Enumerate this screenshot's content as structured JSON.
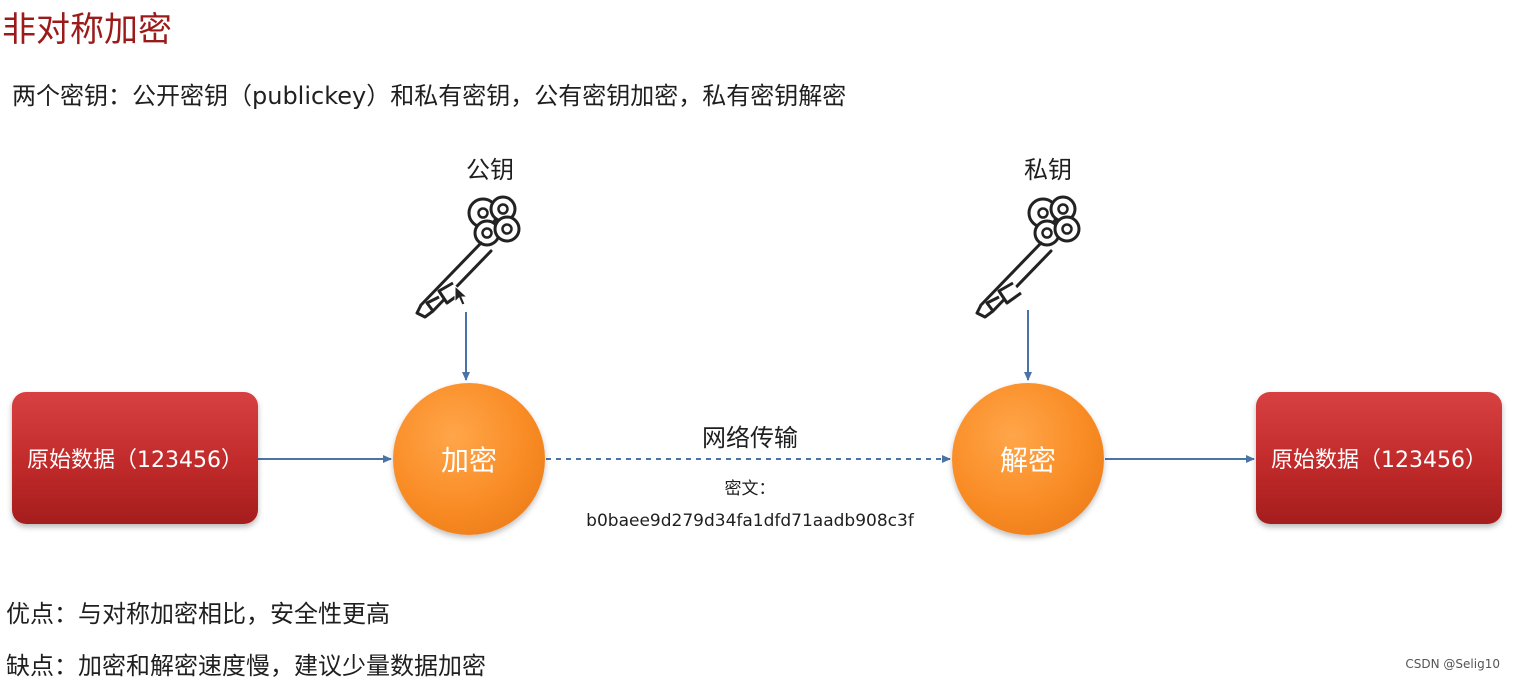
{
  "title": "非对称加密",
  "intro": "两个密钥：公开密钥（publickey）和私有密钥，公有密钥加密，私有密钥解密",
  "public_key_label": "公钥",
  "private_key_label": "私钥",
  "source_box": "原始数据（123456）",
  "encrypt_label": "加密",
  "network_label": "网络传输",
  "cipher_label": "密文：",
  "cipher_value": "b0baee9d279d34fa1dfd71aadb908c3f",
  "decrypt_label": "解密",
  "target_box": "原始数据（123456）",
  "pros": "优点：与对称加密相比，安全性更高",
  "cons": "缺点：加密和解密速度慢，建议少量数据加密",
  "watermark": "CSDN @Selig10",
  "colors": {
    "title": "#9b1b1b",
    "data_box": "#c12a2a",
    "process_circle": "#f98b24",
    "arrow": "#4a74a8"
  },
  "icons": [
    "key-icon",
    "key-icon",
    "mouse-cursor-icon"
  ]
}
